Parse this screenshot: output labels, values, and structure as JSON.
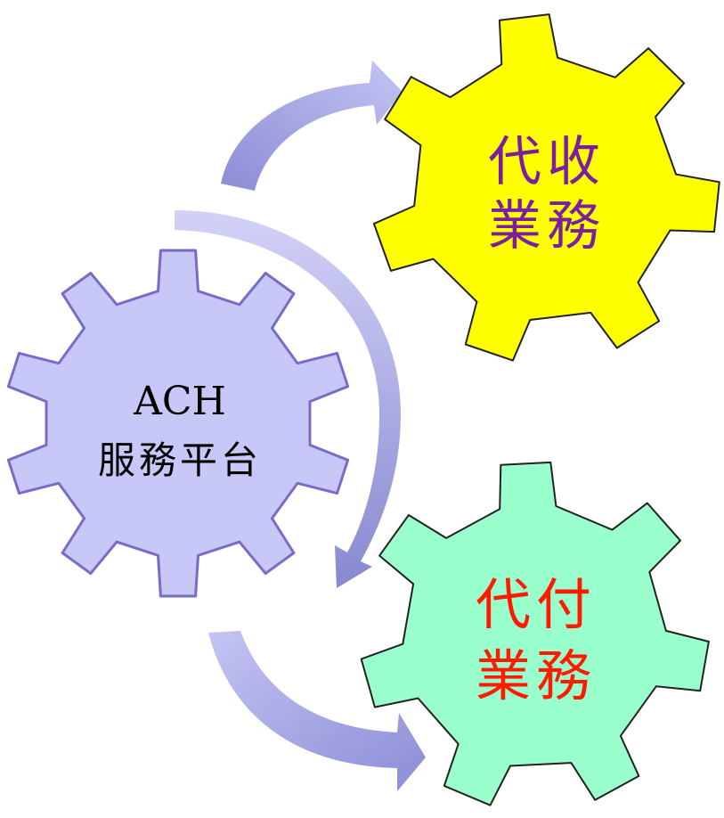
{
  "diagram": {
    "center_gear": {
      "line1": "ACH",
      "line2": "服務平台",
      "fill": "#c8c8f8",
      "stroke": "#7b6bc9",
      "text_color": "#000000"
    },
    "top_gear": {
      "line1": "代收",
      "line2": "業務",
      "fill": "#ffff00",
      "stroke": "#222222",
      "text_color": "#7a1fa2"
    },
    "bottom_gear": {
      "line1": "代付",
      "line2": "業務",
      "fill": "#99ffcc",
      "stroke": "#222222",
      "text_color": "#ff1a00"
    },
    "arrow_color": "#a9a9e6"
  }
}
